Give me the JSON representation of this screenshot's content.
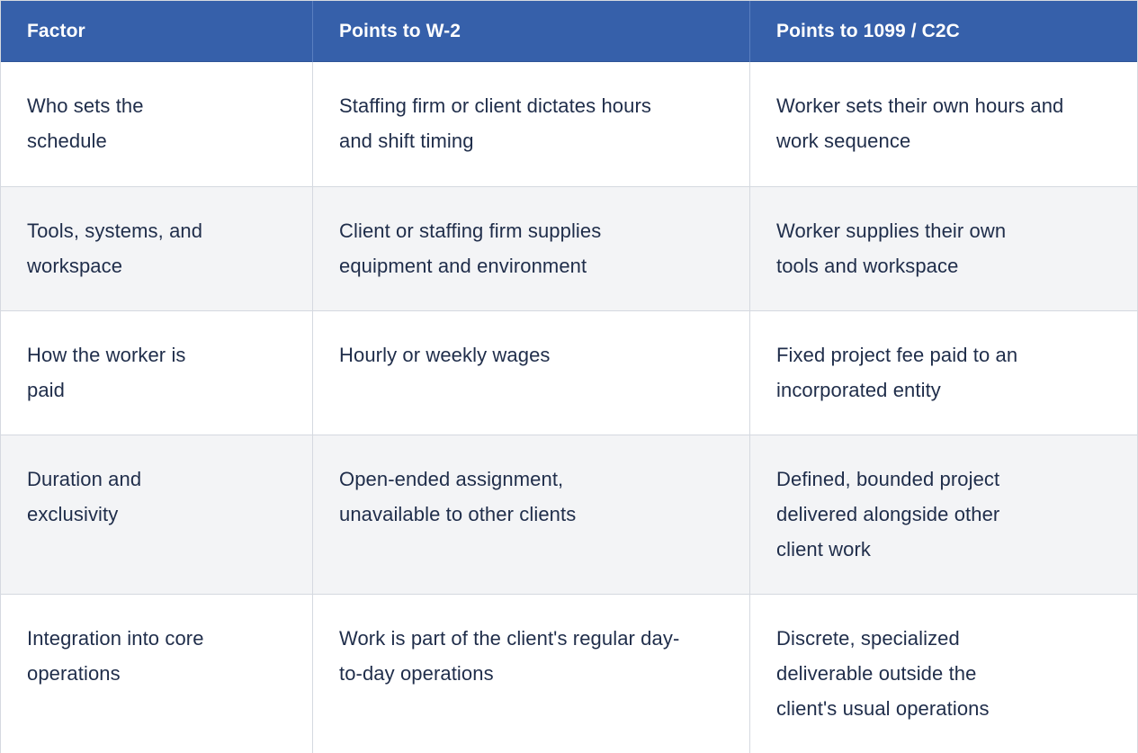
{
  "header": {
    "col1": "Factor",
    "col2": "Points to W-2",
    "col3": "Points to 1099 / C2C"
  },
  "rows": [
    {
      "factor": "Who sets the schedule",
      "w2": "Staffing firm or client dictates hours and shift timing",
      "c2c": "Worker sets their own hours and work sequence"
    },
    {
      "factor": "Tools, systems, and workspace",
      "w2": "Client or staffing firm supplies equipment and environment",
      "c2c": "Worker supplies their own tools and workspace"
    },
    {
      "factor": "How the worker is paid",
      "w2": "Hourly or weekly wages",
      "c2c": "Fixed project fee paid to an incorporated entity"
    },
    {
      "factor": "Duration and exclusivity",
      "w2": "Open-ended assignment, unavailable to other clients",
      "c2c": "Defined, bounded project delivered alongside other client work"
    },
    {
      "factor": "Integration into core operations",
      "w2": "Work is part of the client's regular day-to-day operations",
      "c2c": "Discrete, specialized deliverable outside the client's usual operations"
    }
  ],
  "colors": {
    "header_bg": "#3660aa",
    "header_text": "#ffffff",
    "body_text": "#1f2d4a",
    "alt_row_bg": "#f3f4f6",
    "border": "#d5d9e0"
  }
}
